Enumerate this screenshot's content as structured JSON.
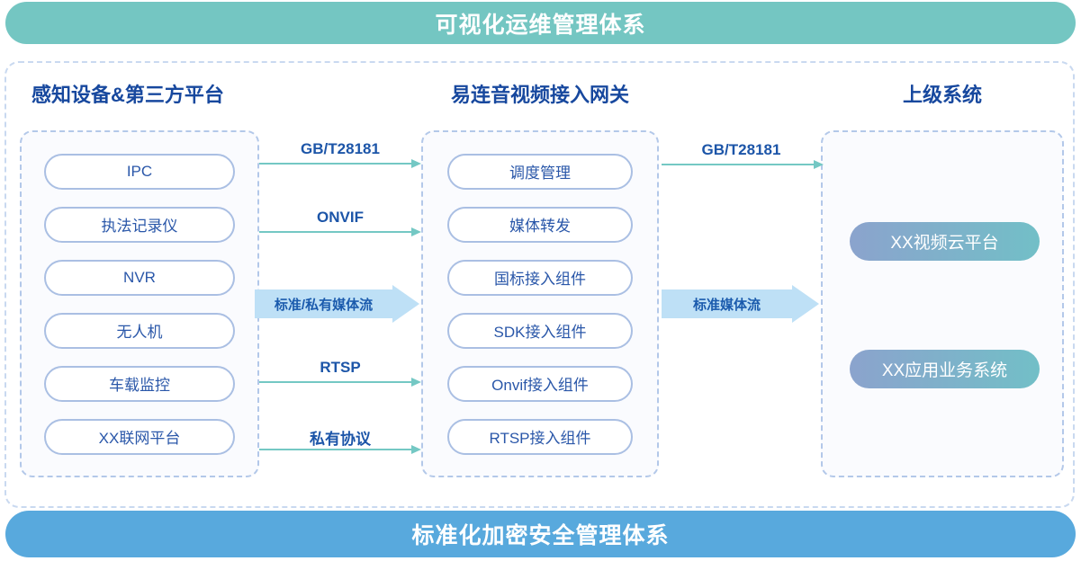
{
  "banners": {
    "top": "可视化运维管理体系",
    "bottom": "标准化加密安全管理体系"
  },
  "columns": {
    "devices": {
      "title": "感知设备&第三方平台",
      "items": [
        "IPC",
        "执法记录仪",
        "NVR",
        "无人机",
        "车载监控",
        "XX联网平台"
      ]
    },
    "gateway": {
      "title": "易连音视频接入网关",
      "items": [
        "调度管理",
        "媒体转发",
        "国标接入组件",
        "SDK接入组件",
        "Onvif接入组件",
        "RTSP接入组件"
      ]
    },
    "upper": {
      "title": "上级系统",
      "items": [
        "XX视频云平台",
        "XX应用业务系统"
      ]
    }
  },
  "flows": {
    "devices_to_gateway": [
      {
        "label": "GB/T28181",
        "type": "line"
      },
      {
        "label": "ONVIF",
        "type": "line"
      },
      {
        "label": "标准/私有媒体流",
        "type": "thick"
      },
      {
        "label": "RTSP",
        "type": "line"
      },
      {
        "label": "私有协议",
        "type": "line"
      }
    ],
    "gateway_to_upper": [
      {
        "label": "GB/T28181",
        "type": "line"
      },
      {
        "label": "标准媒体流",
        "type": "thick"
      }
    ]
  },
  "colors": {
    "top_banner": "#74c6c2",
    "bottom_banner": "#58a9dd",
    "title_text": "#17489e",
    "pill_border": "#aabfe3",
    "pill_text": "#2a57a9",
    "thin_arrow": "#74c8c4",
    "thick_arrow_fill": "#bee0f6",
    "thick_arrow_text": "#1b5bad",
    "gradient_pill_start": "#8ba3cd",
    "gradient_pill_end": "#72bfc7",
    "dashed_border": "#b3c8e9"
  }
}
